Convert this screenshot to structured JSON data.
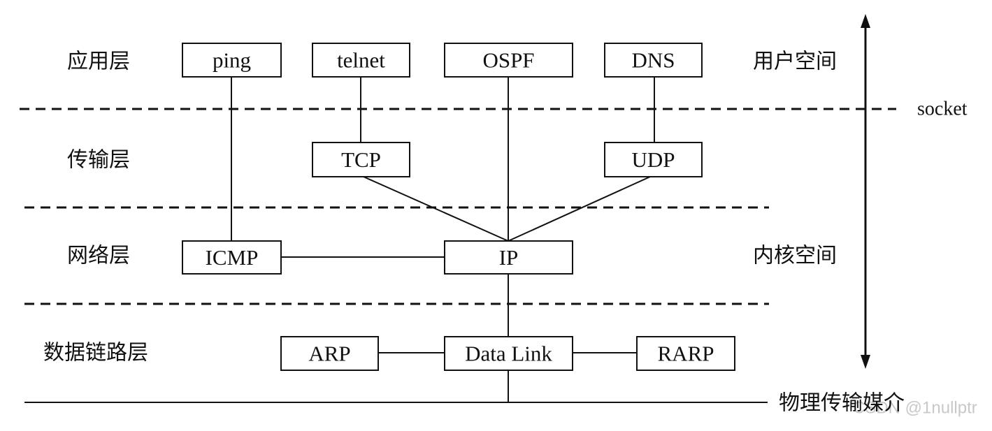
{
  "layers": {
    "application": "应用层",
    "transport": "传输层",
    "network": "网络层",
    "datalink": "数据链路层"
  },
  "spaces": {
    "user": "用户空间",
    "kernel": "内核空间",
    "boundary": "socket"
  },
  "medium": "物理传输媒介",
  "nodes": {
    "ping": "ping",
    "telnet": "telnet",
    "ospf": "OSPF",
    "dns": "DNS",
    "tcp": "TCP",
    "udp": "UDP",
    "icmp": "ICMP",
    "ip": "IP",
    "arp": "ARP",
    "datalink": "Data Link",
    "rarp": "RARP"
  },
  "watermark": "CSDN @1nullptr"
}
